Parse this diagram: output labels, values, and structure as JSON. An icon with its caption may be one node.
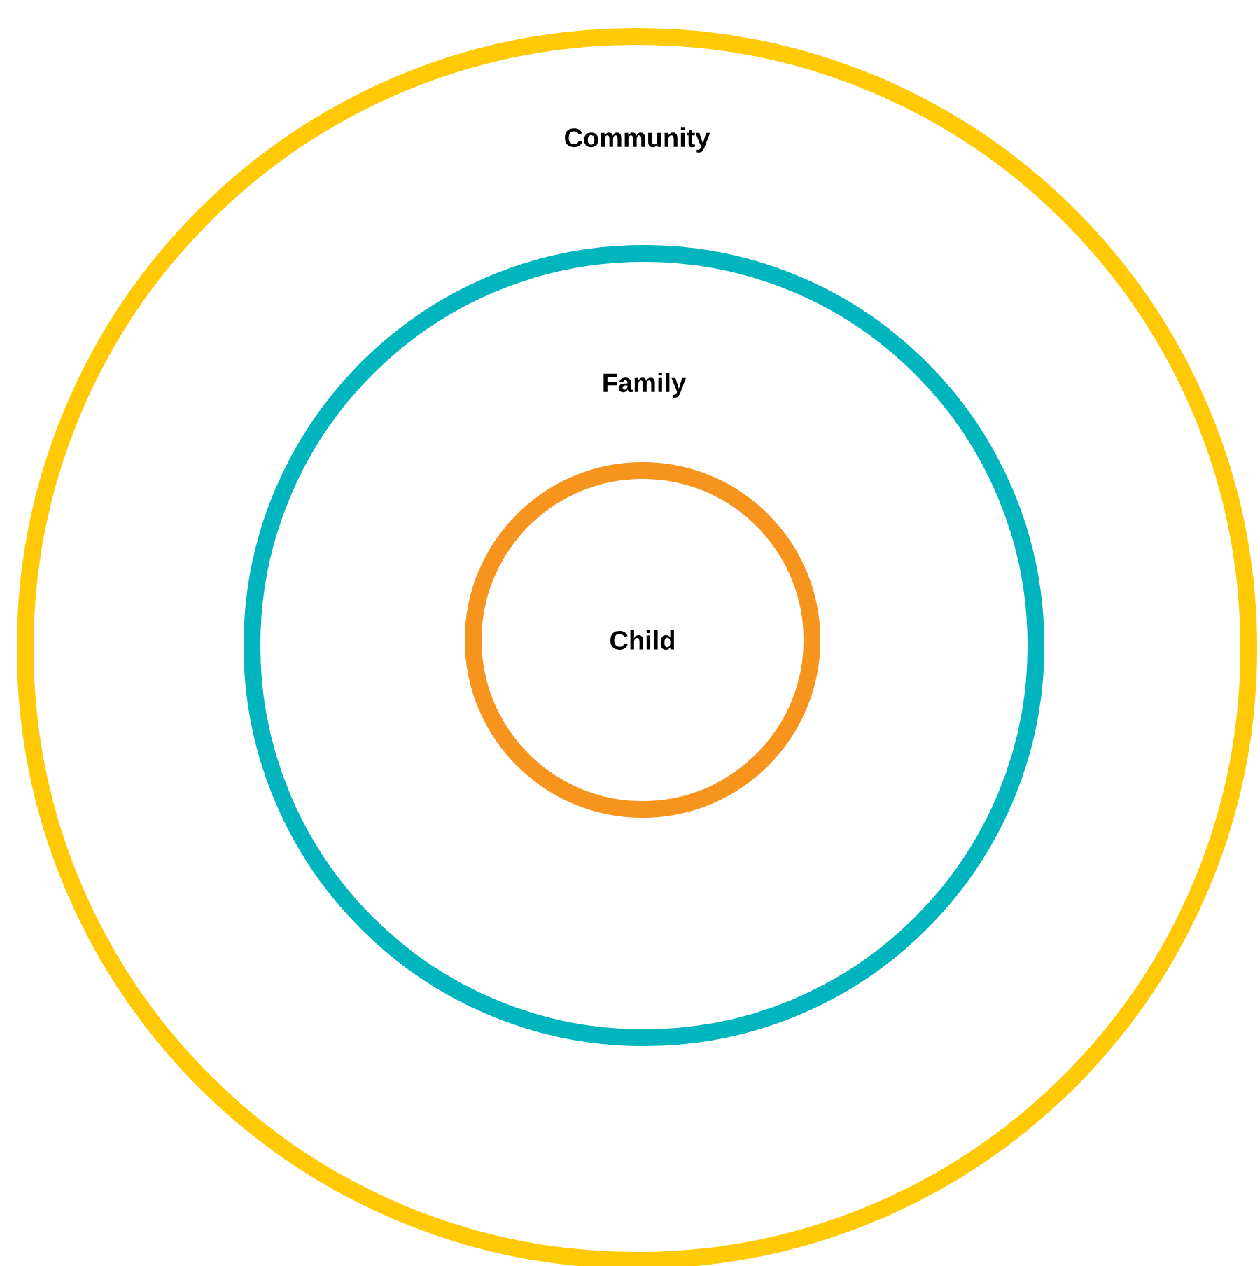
{
  "diagram": {
    "nodes": [
      {
        "text": [
          "Community"
        ]
      },
      {
        "text": [
          "Family"
        ],
        "in": 0
      },
      {
        "text": [
          "Child"
        ],
        "in": 1
      }
    ]
  }
}
